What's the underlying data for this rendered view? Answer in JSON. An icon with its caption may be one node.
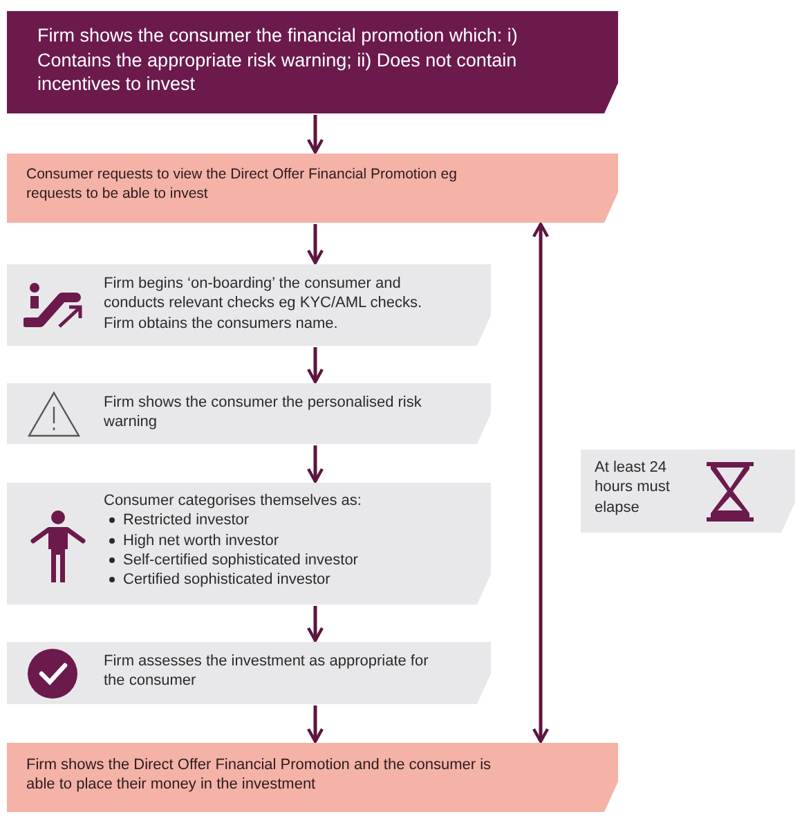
{
  "diagram": {
    "nodes": [
      {
        "text": [
          "Firm shows the consumer the financial promotion which: i) Contains the appropriate risk warning; ii) Does not contain incentives to invest"
        ]
      },
      {
        "text": [
          "Consumer requests to view the Direct Offer Financial Promotion eg requests to be able to invest"
        ]
      },
      {
        "text": [
          "Firm begins ‘on-boarding’ the consumer and conducts relevant checks eg KYC/AML checks. Firm obtains the consumers name."
        ]
      },
      {
        "text": [
          "Firm shows the consumer the personalised risk warning"
        ]
      },
      {
        "text": [
          "Consumer categorises themselves as:",
          "Restricted investor",
          "High net worth investor",
          "Self-certified sophisticated investor",
          "Certified sophisticated investor"
        ]
      },
      {
        "text": [
          "Firm assesses the investment as appropriate for the consumer"
        ]
      },
      {
        "text": [
          "Firm shows the Direct Offer Financial Promotion and the consumer is able to place their money in the investment"
        ]
      },
      {
        "text": [
          "At least 24 hours must elapse"
        ]
      }
    ],
    "edges": [
      {
        "from": 0,
        "to": 1,
        "arrow": "to"
      },
      {
        "from": 1,
        "to": 2,
        "arrow": "to"
      },
      {
        "from": 2,
        "to": 3,
        "arrow": "to"
      },
      {
        "from": 3,
        "to": 4,
        "arrow": "to"
      },
      {
        "from": 4,
        "to": 5,
        "arrow": "to"
      },
      {
        "from": 5,
        "to": 6,
        "arrow": "to"
      },
      {
        "from": 1,
        "to": 6,
        "arrow": "both"
      }
    ]
  }
}
